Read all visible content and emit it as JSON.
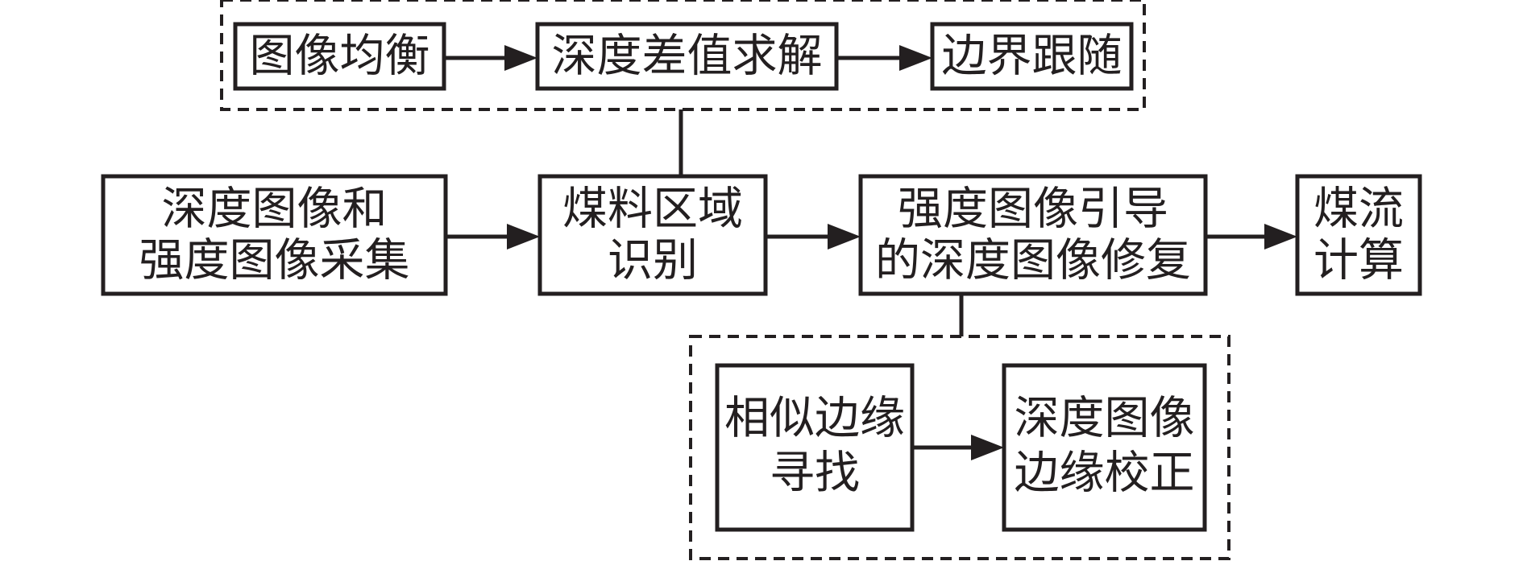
{
  "boxes": {
    "image_balance": "图像均衡",
    "depth_diff_solve": "深度差值求解",
    "edge_follow": "边界跟随",
    "acquisition": [
      "深度图像和",
      "强度图像采集"
    ],
    "coal_region": [
      "煤料区域",
      "识别"
    ],
    "guided_repair": [
      "强度图像引导",
      "的深度图像修复"
    ],
    "coal_flow": [
      "煤流",
      "计算"
    ],
    "similar_edge": [
      "相似边缘",
      "寻找"
    ],
    "edge_correct": [
      "深度图像",
      "边缘校正"
    ]
  },
  "colors": {
    "stroke": "#231f20",
    "fill": "#ffffff"
  }
}
